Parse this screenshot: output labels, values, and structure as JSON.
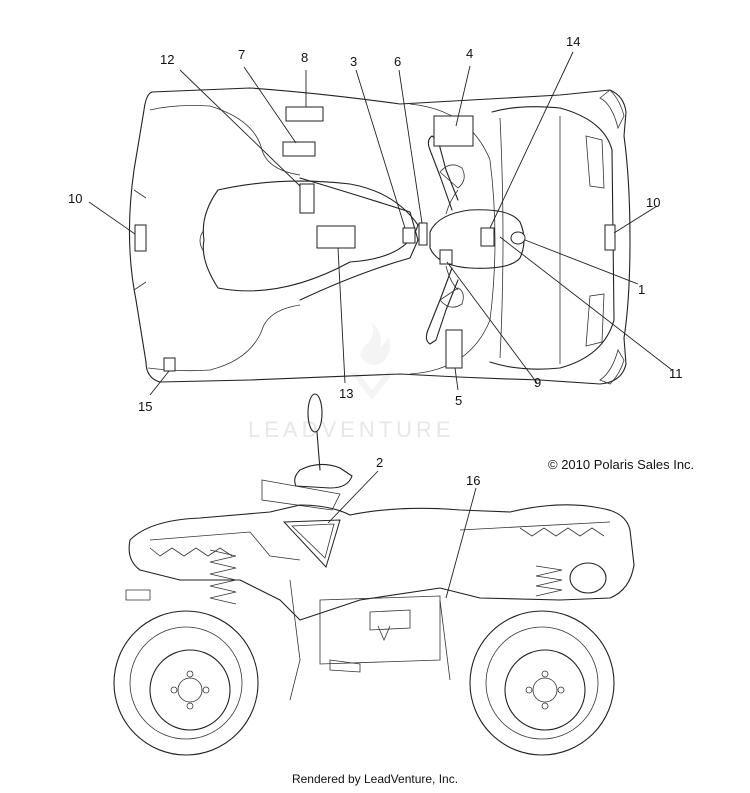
{
  "watermark": {
    "text": "LEADVENTURE"
  },
  "copyright": "© 2010 Polaris Sales Inc.",
  "credit": "Rendered by LeadVenture, Inc.",
  "callouts": {
    "c1": "1",
    "c2": "2",
    "c3": "3",
    "c4": "4",
    "c5": "5",
    "c6": "6",
    "c7": "7",
    "c8": "8",
    "c9": "9",
    "c10a": "10",
    "c10b": "10",
    "c11": "11",
    "c12": "12",
    "c13": "13",
    "c14": "14",
    "c15": "15",
    "c16": "16"
  }
}
